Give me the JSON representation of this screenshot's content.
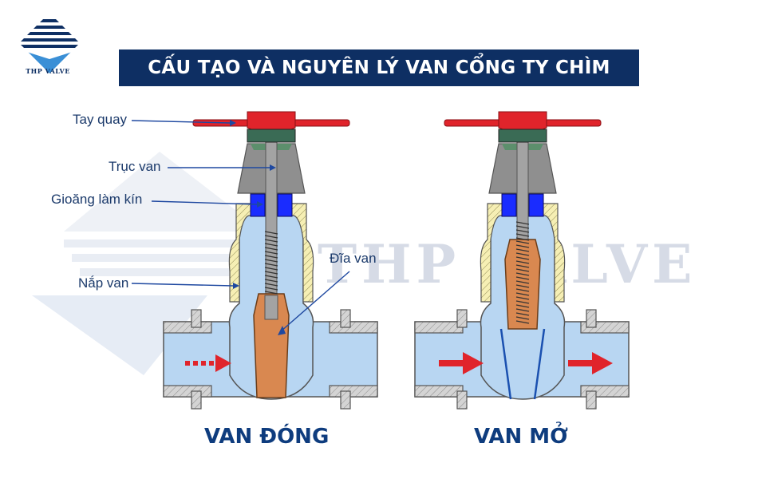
{
  "header": {
    "title": "CẤU TẠO VÀ NGUYÊN LÝ VAN CỔNG TY CHÌM",
    "title_bg": "#0e2f63"
  },
  "logo": {
    "text": "THP VALVE",
    "icon": "diamond-stripes-logo-icon",
    "color": "#0e2f63"
  },
  "watermark": {
    "text": "THP VALVE"
  },
  "labels": {
    "tay_quay": "Tay quay",
    "truc_van": "Trục van",
    "gioang": "Gioăng làm kín",
    "nap_van": "Nắp van",
    "dia_van": "Đĩa van"
  },
  "states": {
    "closed": "VAN ĐÓNG",
    "open": "VAN MỞ"
  },
  "colors": {
    "handwheel": "#e0242b",
    "fluid": "#b8d6f2",
    "body": "#c8c8c8",
    "bonnet": "#f6efb4",
    "stem": "#a3a3a3",
    "disc": "#d98850",
    "seal": "#1a2cff",
    "arrow": "#e0242b",
    "leader": "#1e48a0",
    "text": "#1b3a6b"
  }
}
